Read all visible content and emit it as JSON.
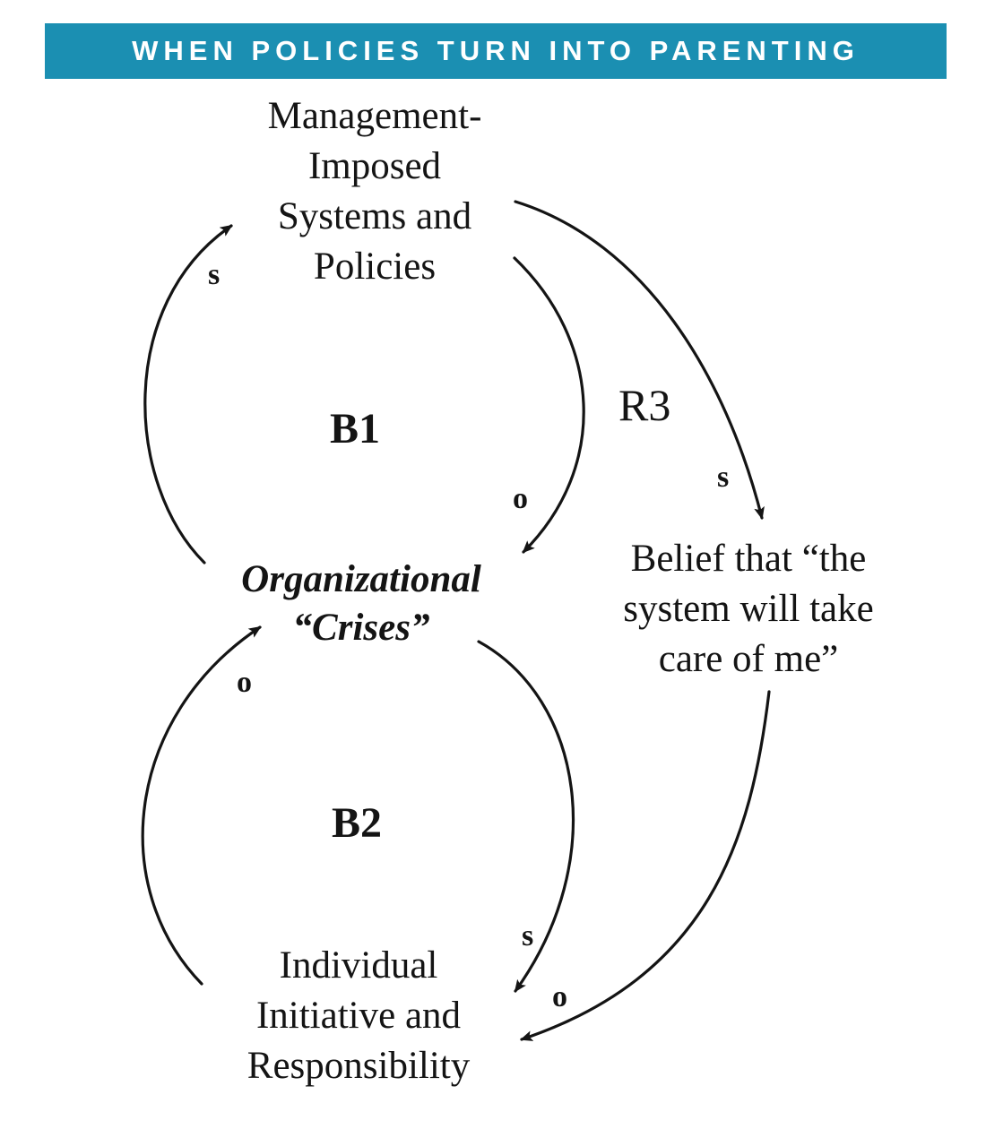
{
  "banner": {
    "title": "WHEN POLICIES TURN INTO PARENTING",
    "background_color": "#1b8fb2",
    "text_color": "#ffffff"
  },
  "diagram": {
    "nodes": {
      "management_policies": [
        "Management-",
        "Imposed",
        "Systems and",
        "Policies"
      ],
      "organizational_crises": [
        "Organizational",
        "“Crises”"
      ],
      "belief_system": [
        "Belief that “the",
        "system will take",
        "care of me”"
      ],
      "individual_initiative": [
        "Individual",
        "Initiative and",
        "Responsibility"
      ]
    },
    "loops": {
      "b1": "B1",
      "b2": "B2",
      "r3": "R3"
    },
    "polarities": {
      "crises_to_policies": "s",
      "policies_to_crises": "o",
      "policies_to_belief": "s",
      "initiative_to_crises": "o",
      "crises_to_initiative": "s",
      "belief_to_initiative": "o"
    },
    "line_color": "#141414"
  }
}
